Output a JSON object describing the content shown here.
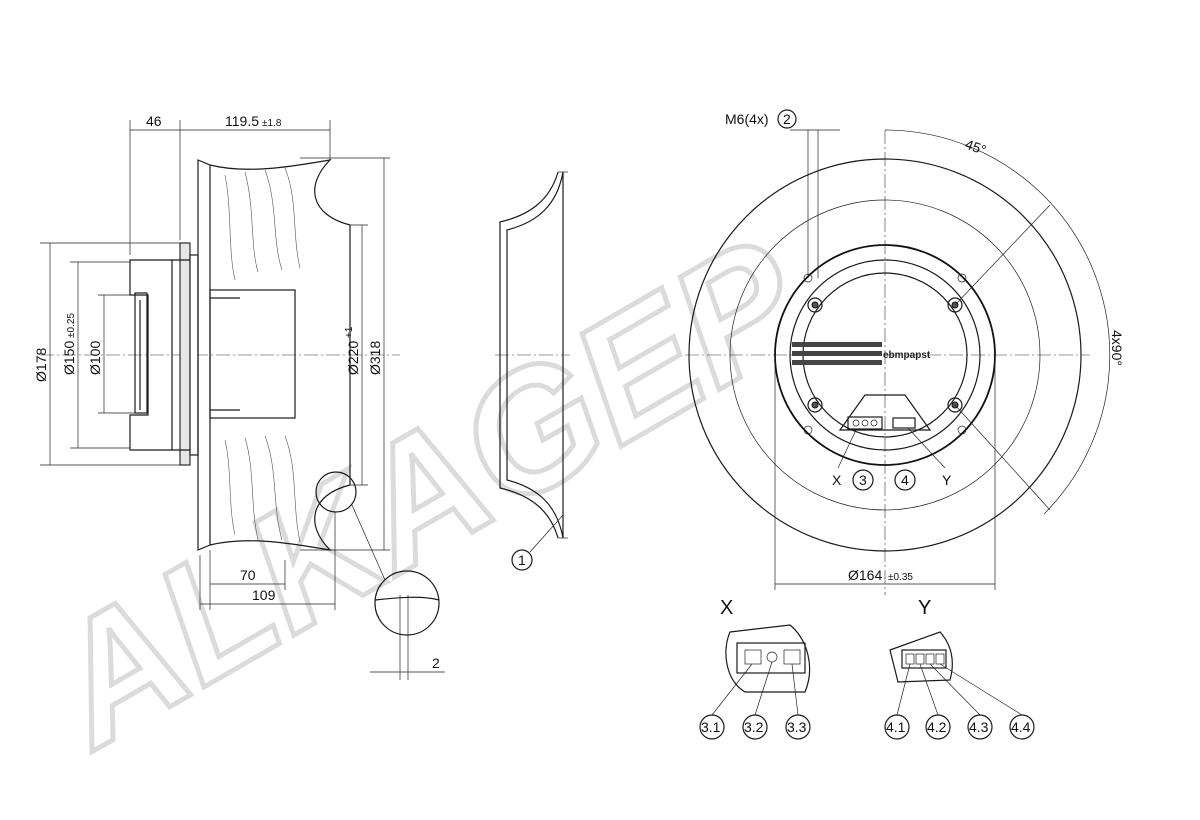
{
  "watermark": "ALKAGEP",
  "side_view": {
    "dim_46": "46",
    "dim_119_5": "119.5",
    "dim_119_5_tol": "±1.8",
    "dim_178": "Ø178",
    "dim_150": "Ø150",
    "dim_150_tol": "±0.25",
    "dim_100": "Ø100",
    "dim_220": "Ø220",
    "dim_220_tol": "+1",
    "dim_318": "Ø318",
    "dim_70": "70",
    "dim_109": "109",
    "dim_2": "2"
  },
  "callouts": {
    "c1": "1",
    "c2": "2",
    "c3": "3",
    "c4": "4"
  },
  "front_view": {
    "m6_label": "M6(4x)",
    "angle_45": "45°",
    "angle_4x90": "4x90°",
    "dim_164": "Ø164",
    "dim_164_tol": "±0.35",
    "label_x": "X",
    "label_y": "Y",
    "brand": "ebmpapst"
  },
  "connectors": {
    "x_title": "X",
    "y_title": "Y",
    "x_pins": [
      "3.1",
      "3.2",
      "3.3"
    ],
    "y_pins": [
      "4.1",
      "4.2",
      "4.3",
      "4.4"
    ]
  }
}
